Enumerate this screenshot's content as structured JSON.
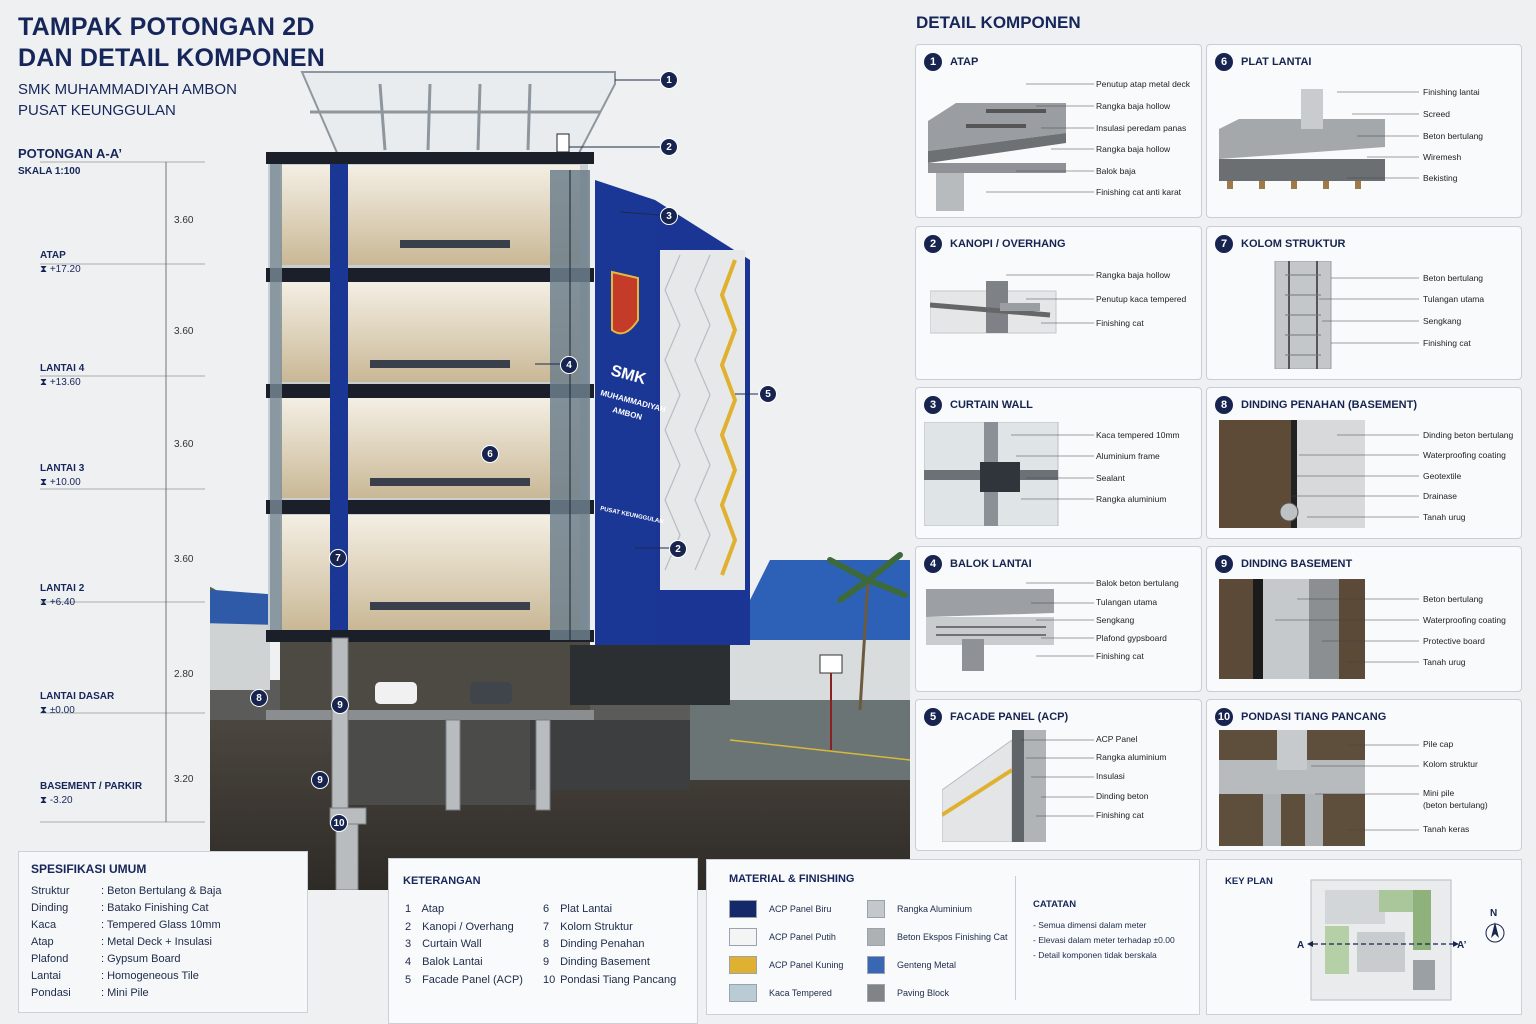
{
  "header": {
    "title_line1": "TAMPAK POTONGAN 2D",
    "title_line2": "DAN DETAIL KOMPONEN",
    "subtitle_line1": "SMK MUHAMMADIYAH AMBON",
    "subtitle_line2": "PUSAT KEUNGGULAN"
  },
  "section": {
    "heading": "POTONGAN A-A’",
    "scale": "SKALA 1:100",
    "levels": [
      {
        "name": "ATAP",
        "elev": "+17.20"
      },
      {
        "name": "LANTAI 4",
        "elev": "+13.60"
      },
      {
        "name": "LANTAI 3",
        "elev": "+10.00"
      },
      {
        "name": "LANTAI 2",
        "elev": "+6.40"
      },
      {
        "name": "LANTAI DASAR",
        "elev": "±0.00"
      },
      {
        "name": "BASEMENT / PARKIR",
        "elev": "-3.20"
      }
    ],
    "dims": [
      "3.60",
      "3.60",
      "3.60",
      "3.60",
      "2.80",
      "3.20"
    ],
    "building_text": {
      "logo": "SMK",
      "name1": "MUHAMMADIYAH",
      "name2": "AMBON",
      "tag": "PUSAT KEUNGGULAN"
    }
  },
  "detail": {
    "title": "DETAIL KOMPONEN",
    "cards": [
      {
        "num": "1",
        "label": "ATAP",
        "callouts": [
          "Penutup atap metal deck",
          "Rangka baja hollow",
          "Insulasi peredam panas",
          "Rangka baja hollow",
          "Balok baja",
          "Finishing cat anti karat"
        ]
      },
      {
        "num": "2",
        "label": "KANOPI / OVERHANG",
        "callouts": [
          "Rangka baja hollow",
          "Penutup kaca tempered",
          "Finishing cat"
        ]
      },
      {
        "num": "3",
        "label": "CURTAIN WALL",
        "callouts": [
          "Kaca tempered 10mm",
          "Aluminium frame",
          "Sealant",
          "Rangka aluminium"
        ]
      },
      {
        "num": "4",
        "label": "BALOK LANTAI",
        "callouts": [
          "Balok beton bertulang",
          "Tulangan utama",
          "Sengkang",
          "Plafond gypsboard",
          "Finishing cat"
        ]
      },
      {
        "num": "5",
        "label": "FACADE PANEL (ACP)",
        "callouts": [
          "ACP Panel",
          "Rangka aluminium",
          "Insulasi",
          "Dinding beton",
          "Finishing cat"
        ]
      },
      {
        "num": "6",
        "label": "PLAT LANTAI",
        "callouts": [
          "Finishing lantai",
          "Screed",
          "Beton bertulang",
          "Wiremesh",
          "Bekisting"
        ]
      },
      {
        "num": "7",
        "label": "KOLOM STRUKTUR",
        "callouts": [
          "Beton bertulang",
          "Tulangan utama",
          "Sengkang",
          "Finishing cat"
        ]
      },
      {
        "num": "8",
        "label": "DINDING PENAHAN (BASEMENT)",
        "callouts": [
          "Dinding beton bertulang",
          "Waterproofing coating",
          "Geotextile",
          "Drainase",
          "Tanah urug"
        ]
      },
      {
        "num": "9",
        "label": "DINDING BASEMENT",
        "callouts": [
          "Beton bertulang",
          "Waterproofing coating",
          "Protective board",
          "Tanah urug"
        ]
      },
      {
        "num": "10",
        "label": "PONDASI TIANG PANCANG",
        "callouts": [
          "Pile cap",
          "Kolom struktur",
          "Mini pile",
          "(beton bertulang)",
          "Tanah keras"
        ]
      }
    ]
  },
  "spec": {
    "title": "SPESIFIKASI UMUM",
    "rows": [
      {
        "k": "Struktur",
        "v": ": Beton Bertulang & Baja"
      },
      {
        "k": "Dinding",
        "v": ": Batako Finishing Cat"
      },
      {
        "k": "Kaca",
        "v": ": Tempered Glass 10mm"
      },
      {
        "k": "Atap",
        "v": ": Metal Deck + Insulasi"
      },
      {
        "k": "Plafond",
        "v": ": Gypsum Board"
      },
      {
        "k": "Lantai",
        "v": ": Homogeneous Tile"
      },
      {
        "k": "Pondasi",
        "v": ": Mini Pile"
      }
    ]
  },
  "legend": {
    "title": "KETERANGAN",
    "items": [
      {
        "n": "1",
        "t": "Atap"
      },
      {
        "n": "2",
        "t": "Kanopi / Overhang"
      },
      {
        "n": "3",
        "t": "Curtain Wall"
      },
      {
        "n": "4",
        "t": "Balok Lantai"
      },
      {
        "n": "5",
        "t": "Facade Panel (ACP)"
      },
      {
        "n": "6",
        "t": "Plat Lantai"
      },
      {
        "n": "7",
        "t": "Kolom Struktur"
      },
      {
        "n": "8",
        "t": "Dinding Penahan"
      },
      {
        "n": "9",
        "t": "Dinding Basement"
      },
      {
        "n": "10",
        "t": "Pondasi Tiang Pancang"
      }
    ]
  },
  "materials": {
    "title": "MATERIAL & FINISHING",
    "left": [
      {
        "name": "ACP Panel Biru",
        "color": "#14286a"
      },
      {
        "name": "ACP Panel Putih",
        "color": "#f3f4f4"
      },
      {
        "name": "ACP Panel Kuning",
        "color": "#e0b030"
      },
      {
        "name": "Kaca Tempered",
        "color": "#b9ccd6"
      }
    ],
    "right": [
      {
        "name": "Rangka Aluminium",
        "color": "#c4c7cb"
      },
      {
        "name": "Beton Ekspos Finishing Cat",
        "color": "#aeb1b4"
      },
      {
        "name": "Genteng Metal",
        "color": "#3a67b4"
      },
      {
        "name": "Paving Block",
        "color": "#808486"
      }
    ],
    "notes_title": "CATATAN",
    "notes": [
      "- Semua dimensi dalam meter",
      "- Elevasi dalam meter terhadap ±0.00",
      "- Detail komponen tidak berskala"
    ]
  },
  "keyplan": {
    "title": "KEY PLAN",
    "a": "A",
    "a2": "A’",
    "north": "N"
  },
  "colors": {
    "navy": "#16244f",
    "blue_panel": "#1b3796",
    "yellow": "#e0b030"
  }
}
